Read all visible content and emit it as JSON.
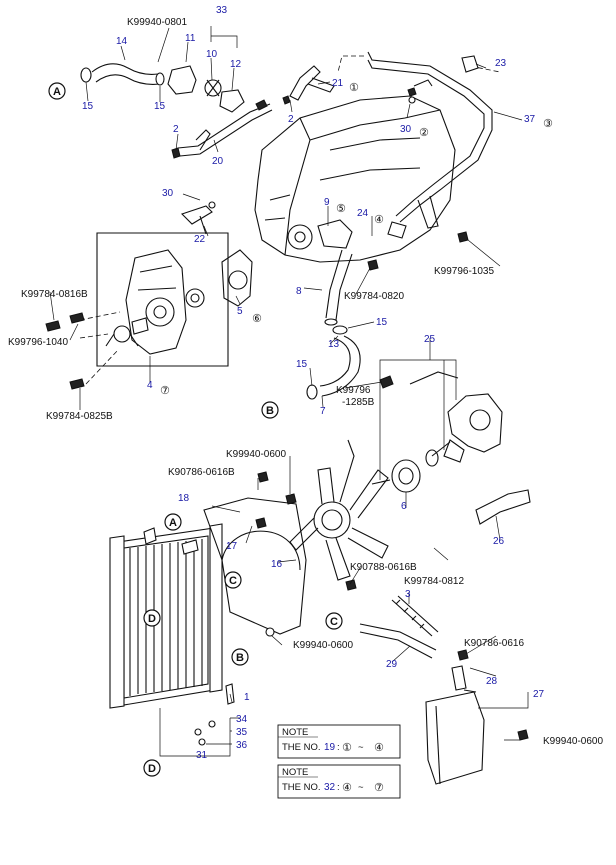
{
  "callouts": {
    "k99940_0801": "K99940-0801",
    "k99784_0816b": "K99784-0816B",
    "k99796_1040": "K99796-1040",
    "k99784_0825b": "K99784-0825B",
    "k99784_0820": "K99784-0820",
    "k99796_1035": "K99796-1035",
    "k99796_a": "K99796",
    "k99796_b": "-1285B",
    "k99940_0600_a": "K99940-0600",
    "k90786_0616b_a": "K90786-0616B",
    "k90788_0616b": "K90788-0616B",
    "k99784_0812": "K99784-0812",
    "k99940_0600_b": "K99940-0600",
    "k90786_0616": "K90786-0616",
    "k99940_0600_c": "K99940-0600"
  },
  "part_numbers": {
    "n33": "33",
    "n14": "14",
    "n11": "11",
    "n10": "10",
    "n12": "12",
    "n21": "21",
    "n23": "23",
    "n37": "37",
    "n15a": "15",
    "n15b": "15",
    "n2a": "2",
    "n2b": "2",
    "n30a": "30",
    "n20": "20",
    "n30b": "30",
    "n9": "9",
    "n24": "24",
    "n22": "22",
    "n8": "8",
    "n5": "5",
    "n15c": "15",
    "n13": "13",
    "n15d": "15",
    "n25": "25",
    "n4": "4",
    "n7": "7",
    "n6": "6",
    "n18": "18",
    "n17": "17",
    "n16": "16",
    "n26": "26",
    "n3": "3",
    "n29": "29",
    "n28": "28",
    "n27": "27",
    "n1": "1",
    "n34": "34",
    "n35": "35",
    "n36": "36",
    "n31": "31"
  },
  "circled": {
    "c1": "①",
    "c2": "②",
    "c3": "③",
    "c4": "④",
    "c5": "⑤",
    "c6": "⑥",
    "c7": "⑦"
  },
  "letters": {
    "a1": "A",
    "a2": "A",
    "b1": "B",
    "b2": "B",
    "c1": "C",
    "c2": "C",
    "d1": "D",
    "d2": "D"
  },
  "notes": [
    {
      "title": "NOTE",
      "prefix": "THE NO.",
      "number": "19",
      "sep": ":",
      "from": "①",
      "tilde": "~",
      "to": "④"
    },
    {
      "title": "NOTE",
      "prefix": "THE NO.",
      "number": "32",
      "sep": ":",
      "from": "④",
      "tilde": "~",
      "to": "⑦"
    }
  ]
}
